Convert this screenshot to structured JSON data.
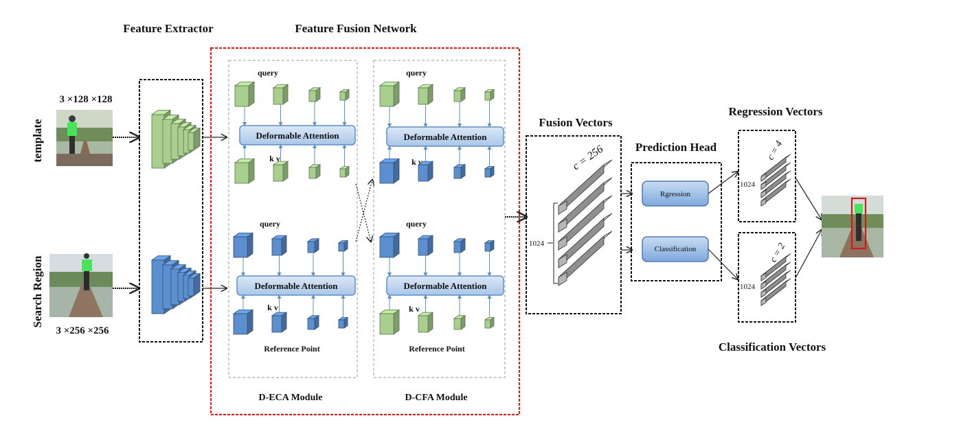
{
  "headers": {
    "feature_extractor": "Feature Extractor",
    "feature_fusion": "Feature Fusion Network",
    "fusion_vectors": "Fusion Vectors",
    "prediction_head": "Prediction Head",
    "regression_vectors": "Regression Vectors",
    "classification_vectors": "Classification Vectors"
  },
  "inputs": {
    "template_label": "template",
    "template_dims": "3 ×128 ×128",
    "search_label": "Search Region",
    "search_dims": "3 ×256 ×256"
  },
  "eca": {
    "query_top": "query",
    "attn_top": "Deformable Attention",
    "kv_top": "k v",
    "query_bottom": "query",
    "attn_bottom": "Deformable Attention",
    "kv_bottom": "k v",
    "ref_point": "Reference Point",
    "module_label": "D-ECA Module"
  },
  "cfa": {
    "query_top": "query",
    "attn_top": "Deformable Attention",
    "kv_top": "k v",
    "query_bottom": "query",
    "attn_bottom": "Deformable Attention",
    "kv_bottom": "k v",
    "ref_point": "Reference Point",
    "module_label": "D-CFA Module"
  },
  "fusion": {
    "c_label": "c = 256",
    "dim_label": "1024"
  },
  "head": {
    "regression_button": "Rgression",
    "classification_button": "Classification"
  },
  "reg": {
    "c_label": "c = 4",
    "dim_label": "1024"
  },
  "cls": {
    "c_label": "c = 2",
    "dim_label": "1024"
  },
  "colors": {
    "green_block": "#a8cf8e",
    "blue_block": "#5b8fcf",
    "attention_fill": "#bcd3ec",
    "red_border": "#e0201c",
    "bbox": "#d0191b"
  }
}
